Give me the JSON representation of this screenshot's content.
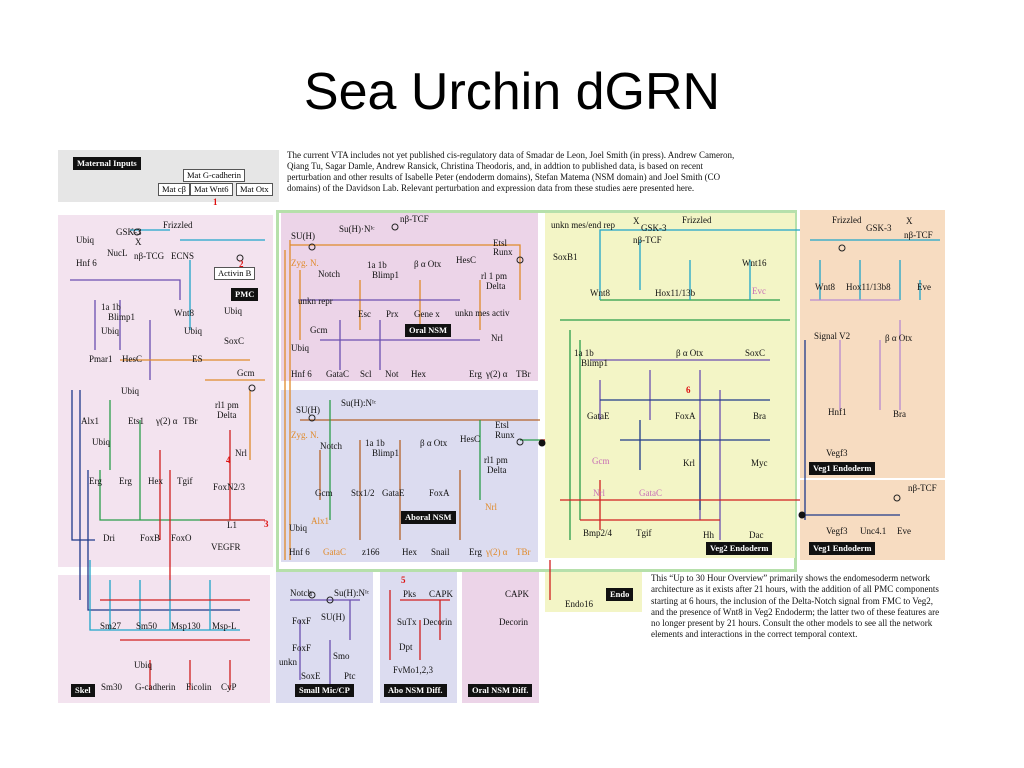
{
  "title": "Sea Urchin dGRN",
  "intro_text": "The current VTA includes not yet published cis-regulatory data of Smadar de Leon, Joel Smith (in press). Andrew Cameron, Qiang Tu, Sagar Damle, Andrew Ransick, Christina Theodoris, and, in addtion to published data, is based on recent perturbation and other results of Isabelle Peter (endoderm domains), Stefan Matema (NSM domain) and Joel Smith (CO domains) of the Davidson Lab. Relevant perturbation and expression data from these studies aere presented here.",
  "footer_text": "This “Up to 30 Hour Overview” primarily shows the endomesoderm network architecture as it exists after 21 hours, with the addition of all PMC components starting at 6 hours, the inclusion of the Delta-Notch signal from FMC to Veg2, and the presence of Wnt8 in Veg2 Endoderm; the latter two of these features are no longer present by 21 hours. Consult the other models to see all the network elements and interactions in the correct temporal context.",
  "domains": {
    "maternal": "Maternal Inputs",
    "pmc": "PMC",
    "oral_nsm": "Oral NSM",
    "aboral_nsm": "Aboral NSM",
    "veg2_endo": "Veg2 Endoderm",
    "veg1_endo_a": "Veg1 Endoderm",
    "veg1_endo_b": "Veg1 Endoderm",
    "endo": "Endo",
    "skel": "Skel",
    "small_mic": "Small Mic/CP",
    "abo_nsm_diff": "Abo NSM Diff.",
    "oral_nsm_diff": "Oral NSM Diff."
  },
  "maternal_boxes": [
    "Mat G-cadherin",
    "Mat cβ",
    "Mat Wnt6",
    "Mat Otx"
  ],
  "activin": "Activin B",
  "numbers": [
    "1",
    "2",
    "3",
    "4",
    "5",
    "6"
  ],
  "pmc_genes": {
    "ubiq1": "Ubiq",
    "gsk": "GSK-3",
    "frizzled": "Frizzled",
    "hnf6": "Hnf 6",
    "nucl": "NucL",
    "x": "X",
    "nbtcg": "nβ-TCG",
    "ecns": "ECNS",
    "blimp": "1a  1b",
    "blimp1": "Blimp1",
    "wnt8": "Wnt8",
    "ubiq2": "Ubiq",
    "ubiq3": "Ubiq",
    "ubiq4": "Ubiq",
    "soxc": "SoxC",
    "pmar1": "Pmar1",
    "hesc": "HesC",
    "es": "ES",
    "gcm": "Gcm",
    "ubiq5": "Ubiq",
    "alx1": "Alx1",
    "ets1": "Ets1",
    "g2a": "γ(2) α",
    "tbr": "TBr",
    "rl1pm": "rl1 pm",
    "delta": "Delta",
    "ubiq6": "Ubiq",
    "nrl": "Nrl",
    "erg1": "Erg",
    "erg2": "Erg",
    "hex": "Hex",
    "tgif": "Tgif",
    "foxn23": "FoxN2/3",
    "dri": "Dri",
    "foxb": "FoxB",
    "foxo": "FoxO",
    "l1": "L1",
    "vegfr": "VEGFR"
  },
  "oral_genes": {
    "nbtcf": "nβ-TCF",
    "suh": "SU(H)",
    "suhnic": "Su(H)·Nᴵᶜ",
    "zygn": "Zyg. N.",
    "notch": "Notch",
    "blimp": "1a  1b",
    "blimp1": "Blimp1",
    "botx": "β α Otx",
    "hesc": "HesC",
    "etsl": "Etsl",
    "runx": "Runx",
    "rl1pm": "rl 1 pm",
    "delta": "Delta",
    "unknrepr": "unkn repr",
    "gcm": "Gcm",
    "esc": "Esc",
    "prx": "Prx",
    "genex": "Gene x",
    "unknmes": "unkn mes activ",
    "nrl": "Nrl",
    "ubiq": "Ubiq",
    "hnf6": "Hnf 6",
    "gatac": "GataC",
    "scl": "Scl",
    "not": "Not",
    "hex": "Hex",
    "erg": "Erg",
    "g2a": "γ(2) α",
    "tbr": "TBr"
  },
  "aboral_genes": {
    "suh": "SU(H)",
    "suhnic": "Su(H):Nᴵᶜ",
    "zygn": "Zyg. N.",
    "notch": "Notch",
    "blimp": "1a  1b",
    "blimp1": "Blimp1",
    "botx": "β α Otx",
    "hesc": "HesC",
    "etsl": "Etsl",
    "runx": "Runx",
    "rl1pm": "rl1 pm",
    "delta": "Delta",
    "gcm": "Gcm",
    "stx": "Stx1/2",
    "gatae": "GataE",
    "foxa": "FoxA",
    "nrl": "Nrl",
    "alx1": "Alx1",
    "ubiq": "Ubiq",
    "hnf6": "Hnf 6",
    "gatac": "GataC",
    "z166": "z166",
    "hex": "Hex",
    "snail": "Snail",
    "erg": "Erg",
    "g2a": "γ(2) α",
    "tbr": "TBr"
  },
  "veg2_genes": {
    "unkn": "unkn mes/end rep",
    "soxb1": "SoxB1",
    "x": "X",
    "gsk": "GSK-3",
    "nbtcf": "nβ-TCF",
    "frizzled": "Frizzled",
    "wnt8": "Wnt8",
    "hox": "Hox11/13b",
    "wnt16": "Wnt16",
    "evc": "Evc",
    "blimp": "1a  1b",
    "blimp1": "Blimp1",
    "botx": "β α Otx",
    "soxc": "SoxC",
    "gatae": "GataE",
    "foxa": "FoxA",
    "bra": "Bra",
    "gcm": "Gcm",
    "krl": "Krl",
    "myc": "Myc",
    "nrl": "Nrl",
    "gatac": "GataC",
    "bmp": "Bmp2/4",
    "tgif": "Tgif",
    "hh": "Hh",
    "dac": "Dac",
    "endo16": "Endo16"
  },
  "veg1_genes": {
    "frizzled": "Frizzled",
    "gsk": "GSK-3",
    "x": "X",
    "nbtcf": "nβ-TCF",
    "wnt8": "Wnt8",
    "hox": "Hox11/13b8",
    "eve": "Eve",
    "signalv2": "Signal V2",
    "botx": "β α Otx",
    "hnf1": "Hnf1",
    "bra": "Bra",
    "vegf3": "Vegf3",
    "nbtcf2": "nβ-TCF",
    "vegf3b": "Vegf3",
    "unc": "Unc4.1",
    "eve2": "Eve"
  },
  "skel_genes": {
    "sm27": "Sm27",
    "sm50": "Sm50",
    "msp130": "Msp130",
    "mspl": "Msp-L",
    "ubiq": "Ubiq",
    "sm30": "Sm30",
    "gcad": "G-cadherin",
    "ficolin": "Ficolin",
    "cyp": "CyP"
  },
  "mic_genes": {
    "notch": "Notch",
    "suhnic": "Su(H):Nᴵᶜ",
    "foxf": "FoxF",
    "suh": "SU(H)",
    "foxf2": "FoxF",
    "unkn": "unkn",
    "smo": "Smo",
    "soxe": "SoxE",
    "ptc": "Ptc"
  },
  "abo_diff_genes": {
    "pks": "Pks",
    "capk": "CAPK",
    "sutx": "SuTx",
    "decorin": "Decorin",
    "dpt": "Dpt",
    "fvmo": "FvMo1,2,3"
  },
  "oral_diff_genes": {
    "capk": "CAPK",
    "decorin": "Decorin"
  },
  "colors": {
    "pmc_bg": "#f3e3ef",
    "oral_bg": "#ecd4e8",
    "aboral_bg": "#dcdcf0",
    "veg2_bg": "#f3f5c6",
    "veg1_bg": "#f7dcc1",
    "maternal_bg": "#e8e8e8",
    "green_frame": "#a7dba0",
    "red": "#d11f1f"
  }
}
